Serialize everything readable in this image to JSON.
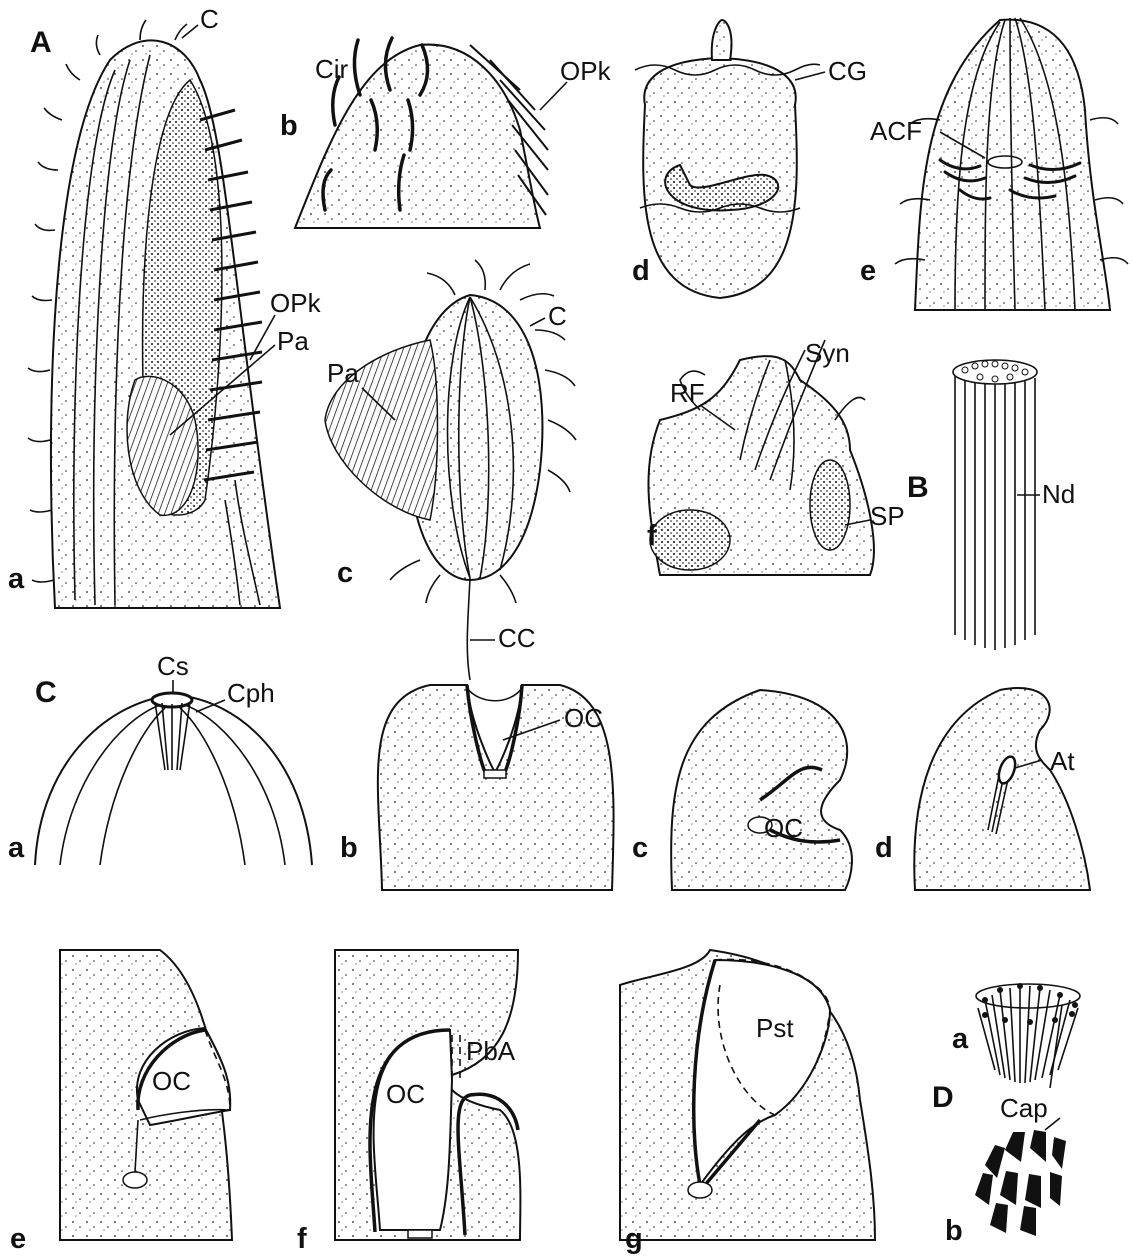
{
  "panel_letters": {
    "A": "A",
    "B": "B",
    "C": "C",
    "D": "D"
  },
  "sub_letters": {
    "a": "a",
    "b": "b",
    "c": "c",
    "d": "d",
    "e": "e",
    "f": "f",
    "g": "g"
  },
  "labels": {
    "C": "C",
    "Cir": "Cir",
    "OPk": "OPk",
    "CG": "CG",
    "ACF": "ACF",
    "Pa": "Pa",
    "CC": "CC",
    "RF": "RF",
    "Syn": "Syn",
    "SP": "SP",
    "Nd": "Nd",
    "Cs": "Cs",
    "Cph": "Cph",
    "OC": "OC",
    "At": "At",
    "PbA": "PbA",
    "Pst": "Pst",
    "Cap": "Cap"
  }
}
